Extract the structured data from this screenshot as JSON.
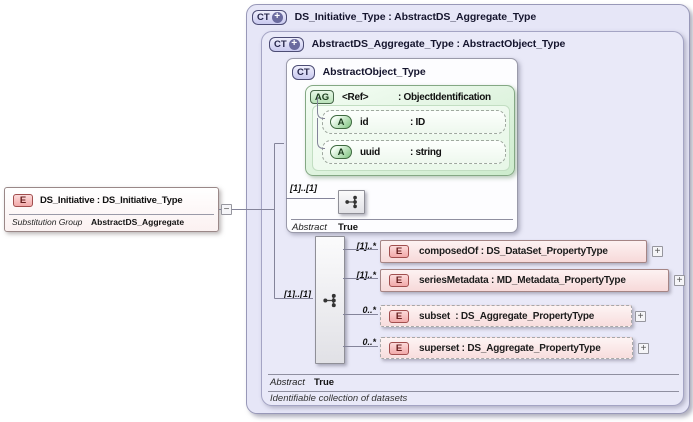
{
  "colors": {
    "container_fill": "#e6e6f7",
    "container_border": "#9898b8",
    "element_fill": "#f7d9d9",
    "element_border": "#a58585",
    "green_fill": "#dcf2dc",
    "green_border": "#84a884",
    "badge_ct_fill": "#c9c9ef",
    "badge_e_fill": "#f2a9a9",
    "badge_a_fill": "#8cca8d",
    "white_box_fill": "#fdfdff"
  },
  "icons": {
    "expand": "+",
    "collapse": "−"
  },
  "left_element": {
    "badge": "E",
    "title": "DS_Initiative : DS_Initiative_Type",
    "property_label": "Substitution Group",
    "property_value": "AbstractDS_Aggregate"
  },
  "outer_type": {
    "badge": "CT",
    "title": "DS_Initiative_Type : AbstractDS_Aggregate_Type"
  },
  "inner_type": {
    "badge": "CT",
    "title": "AbstractDS_Aggregate_Type : AbstractObject_Type",
    "sequence_cardinality": "[1]..[1]",
    "abstract_label": "Abstract",
    "abstract_value": "True",
    "annotation": "Identifiable collection of datasets"
  },
  "base_type": {
    "badge": "CT",
    "title": "AbstractObject_Type",
    "sequence_cardinality": "[1]..[1]",
    "abstract_label": "Abstract",
    "abstract_value": "True"
  },
  "attribute_group": {
    "badge": "AG",
    "name": "<Ref>",
    "type": ": ObjectIdentification",
    "attributes": [
      {
        "badge": "A",
        "name": "id",
        "type": ": ID"
      },
      {
        "badge": "A",
        "name": "uuid",
        "type": ": string"
      }
    ]
  },
  "elements": [
    {
      "badge": "E",
      "cardinality": "[1]..*",
      "label": "composedOf : DS_DataSet_PropertyType"
    },
    {
      "badge": "E",
      "cardinality": "[1]..*",
      "label": "seriesMetadata : MD_Metadata_PropertyType"
    },
    {
      "badge": "E",
      "cardinality": "0..*",
      "label": "subset  : DS_Aggregate_PropertyType"
    },
    {
      "badge": "E",
      "cardinality": "0..*",
      "label": "superset : DS_Aggregate_PropertyType"
    }
  ]
}
